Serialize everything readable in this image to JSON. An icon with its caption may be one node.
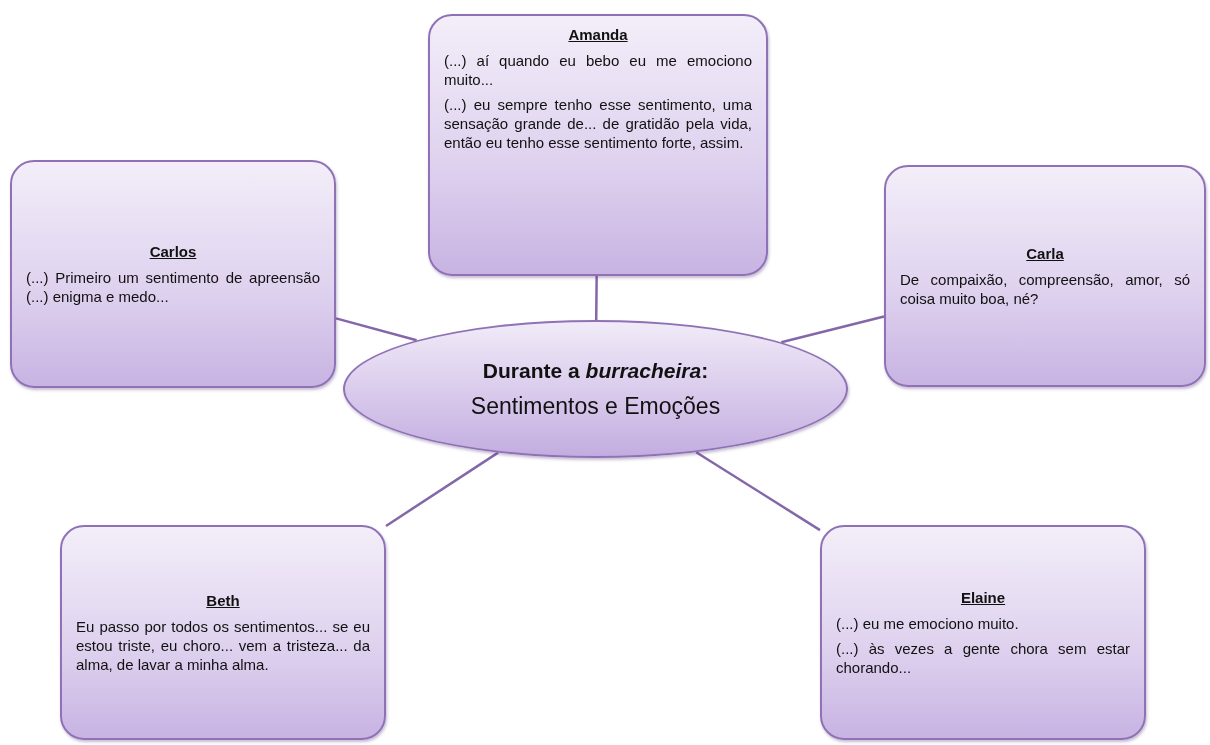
{
  "diagram": {
    "nodes": [
      {
        "text": [
          "Amanda",
          "(...) aí quando eu bebo eu me emociono muito...",
          "(...) eu sempre tenho esse sentimento, uma sensação grande de... de gratidão pela vida, então eu tenho esse sentimento forte, assim."
        ]
      },
      {
        "text": [
          "Carlos",
          "(...) Primeiro um sentimento de apreensão (...) enigma e medo..."
        ]
      },
      {
        "text": [
          "Carla",
          "De compaixão, compreensão, amor, só coisa muito boa, né?"
        ]
      },
      {
        "text": [
          "Durante a *burracheira*:",
          "Sentimentos e Emoções"
        ]
      },
      {
        "text": [
          "Beth",
          "Eu passo por todos os sentimentos... se eu estou triste, eu choro... vem a tristeza... da alma, de lavar a minha alma."
        ]
      },
      {
        "text": [
          "Elaine",
          "(...) eu me emociono muito.",
          "(...) às vezes a gente chora sem estar chorando..."
        ]
      }
    ],
    "edges": [
      {
        "from": 3,
        "to": 0,
        "arrow": "none"
      },
      {
        "from": 3,
        "to": 1,
        "arrow": "none"
      },
      {
        "from": 3,
        "to": 2,
        "arrow": "none"
      },
      {
        "from": 3,
        "to": 4,
        "arrow": "none"
      },
      {
        "from": 3,
        "to": 5,
        "arrow": "none"
      }
    ]
  }
}
